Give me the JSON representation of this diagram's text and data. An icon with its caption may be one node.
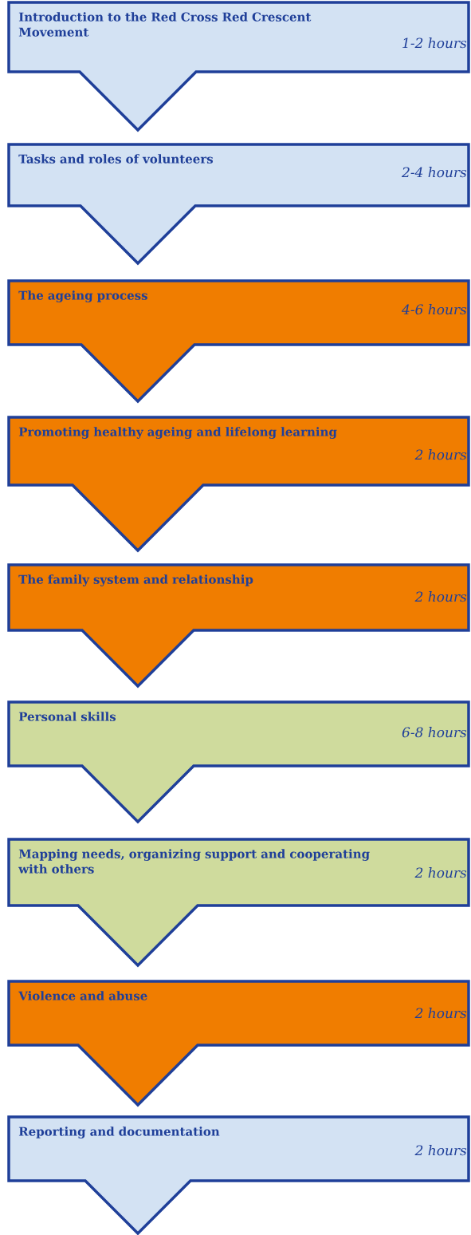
{
  "diagram": {
    "nodes": [
      {
        "text": [
          "Introduction to the Red Cross Red Crescent Movement",
          "1-2 hours"
        ]
      },
      {
        "text": [
          "Tasks and roles of volunteers",
          "2-4 hours"
        ]
      },
      {
        "text": [
          "The ageing process",
          "4-6 hours"
        ]
      },
      {
        "text": [
          "Promoting healthy ageing and lifelong learning",
          "2 hours"
        ]
      },
      {
        "text": [
          "The family system and relationship",
          "2 hours"
        ]
      },
      {
        "text": [
          "Personal skills",
          "6-8 hours"
        ]
      },
      {
        "text": [
          "Mapping needs, organizing support and cooperating with others",
          "2 hours"
        ]
      },
      {
        "text": [
          "Violence and abuse",
          "2 hours"
        ]
      },
      {
        "text": [
          "Reporting and documentation",
          "2 hours"
        ]
      }
    ]
  }
}
